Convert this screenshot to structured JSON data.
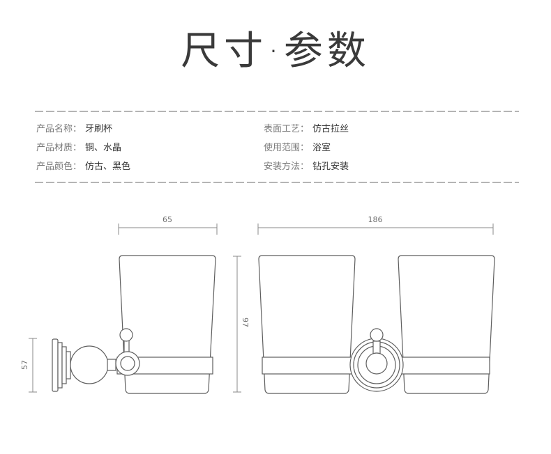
{
  "title": "尺寸·参数",
  "specs": {
    "left": [
      {
        "label": "产品名称：",
        "value": "牙刷杯"
      },
      {
        "label": "产品材质：",
        "value": "铜、水晶"
      },
      {
        "label": "产品颜色：",
        "value": "仿古、黑色"
      }
    ],
    "right": [
      {
        "label": "表面工艺：",
        "value": "仿古拉丝"
      },
      {
        "label": "使用范围：",
        "value": "浴室"
      },
      {
        "label": "安装方法：",
        "value": "钻孔安装"
      }
    ]
  },
  "dimensions": {
    "side_view": {
      "width": "65",
      "mount_height": "57"
    },
    "cup_height": "97",
    "front_view": {
      "width": "186"
    }
  },
  "colors": {
    "text_label": "#7a7a7a",
    "text_value": "#333333",
    "line": "#5e5e5e"
  }
}
